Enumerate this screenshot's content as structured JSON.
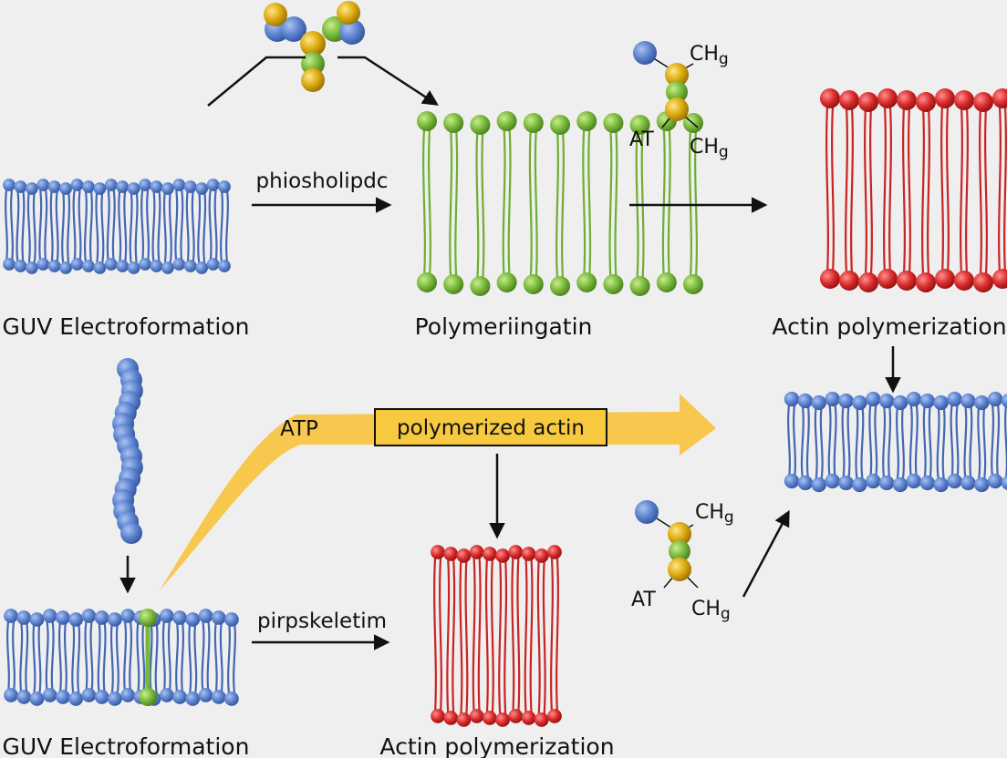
{
  "labels": {
    "guv_top": "GUV Electroformation",
    "poly_top": "Polymeriingatin",
    "actin_top": "Actin polymerization",
    "guv_bottom": "GUV Electroformation",
    "actin_bottom": "Actin polymerization",
    "phospholipid": "phiosholipdc",
    "cytoskeleton": "pirpskeletim",
    "atp": "ATP",
    "polymerized_actin": "polymerized actin"
  },
  "molecule_top": {
    "ch_a": "CH",
    "sub_a": "g",
    "ch_b": "CH",
    "sub_b": "g",
    "at": "AT"
  },
  "molecule_bottom": {
    "ch_a": "CH",
    "sub_a": "g",
    "ch_b": "CH",
    "sub_b": "g",
    "at": "AT"
  },
  "colors": {
    "lipid_blue": "#5b82cf",
    "lipid_green": "#78b83a",
    "lipid_red": "#d92b2b",
    "atp_yellow": "#f8c23c",
    "box_fill": "#f6c93f",
    "gold": "#d7a90f"
  }
}
